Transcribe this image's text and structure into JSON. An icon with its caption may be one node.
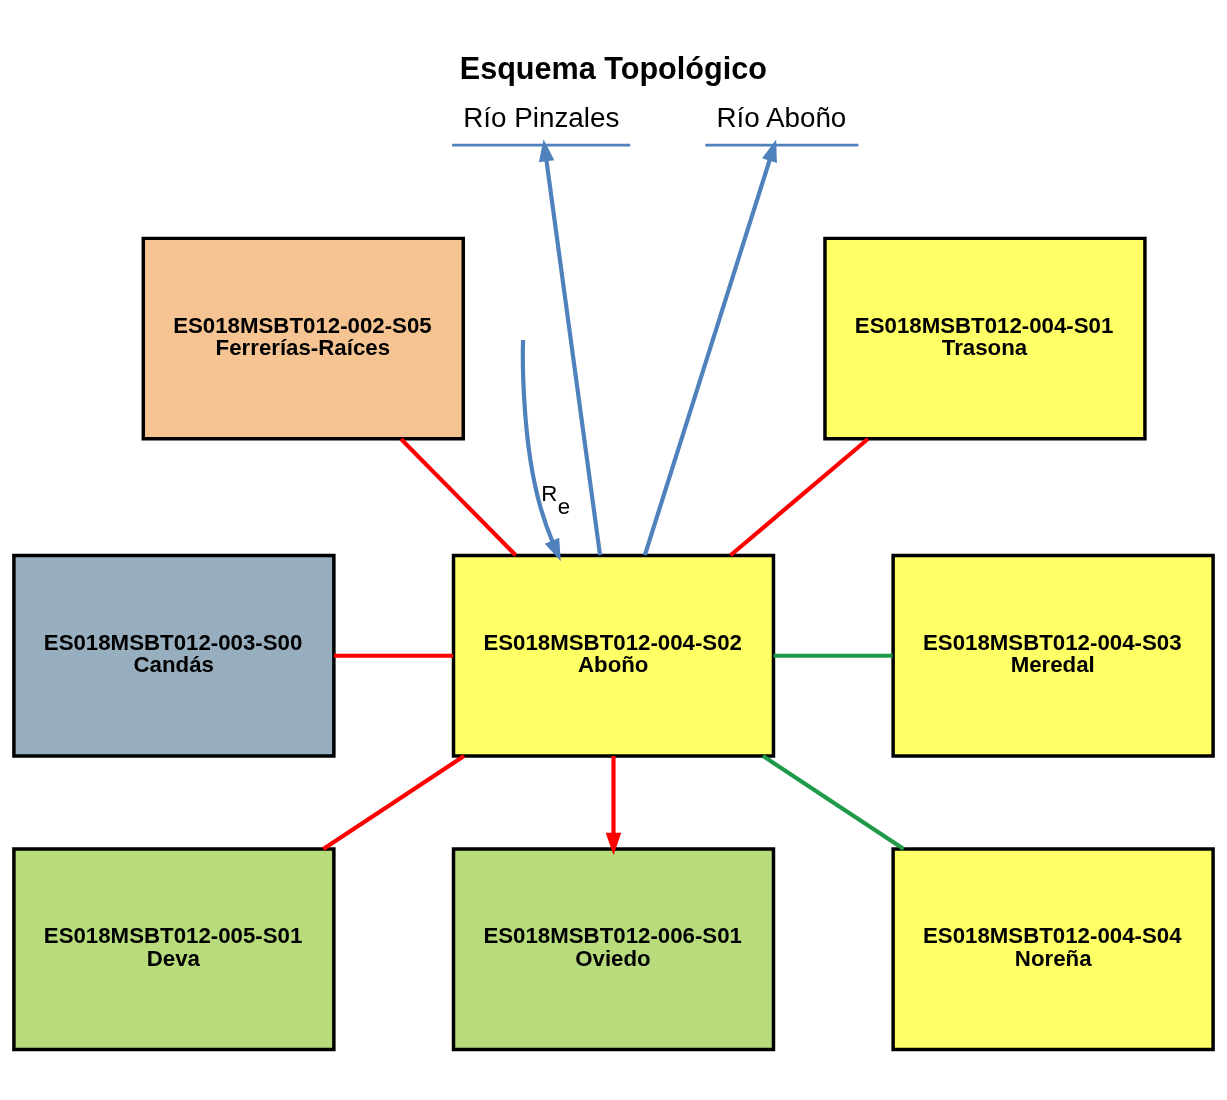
{
  "diagram": {
    "title": "Esquema Topológico",
    "nodes": [
      {
        "text": [
          "ES018MSBT012-002-S05",
          "Ferrerías-Raíces"
        ]
      },
      {
        "text": [
          "ES018MSBT012-004-S01",
          "Trasona"
        ]
      },
      {
        "text": [
          "ES018MSBT012-004-S02",
          "Aboño"
        ]
      },
      {
        "text": [
          "ES018MSBT012-003-S00",
          "Candás"
        ]
      },
      {
        "text": [
          "ES018MSBT012-004-S03",
          "Meredal"
        ]
      },
      {
        "text": [
          "ES018MSBT012-005-S01",
          "Deva"
        ]
      },
      {
        "text": [
          "ES018MSBT012-006-S01",
          "Oviedo"
        ]
      },
      {
        "text": [
          "ES018MSBT012-004-S04",
          "Noreña"
        ]
      },
      {
        "text": [
          "Río Pinzales"
        ]
      },
      {
        "text": [
          "Río Aboño"
        ]
      }
    ],
    "edges": [
      {
        "from": null,
        "to": 2,
        "arrow": "to",
        "label": "R$_{e}$",
        "color": "#4f81bd"
      },
      {
        "from": 2,
        "to": 8,
        "arrow": "to",
        "color": "#4f81bd"
      },
      {
        "from": 2,
        "to": 9,
        "arrow": "to",
        "color": "#4f81bd"
      },
      {
        "from": 0,
        "to": 2,
        "arrow": "none"
      },
      {
        "from": 2,
        "to": 1,
        "arrow": "none"
      },
      {
        "from": 3,
        "to": 2,
        "arrow": "none"
      },
      {
        "from": 2,
        "to": 4,
        "arrow": "none",
        "color": "#1e9a48"
      },
      {
        "from": 2,
        "to": 5,
        "arrow": "none"
      },
      {
        "from": 2,
        "to": 6,
        "arrow": "to"
      },
      {
        "from": 2,
        "to": 7,
        "arrow": "none",
        "color": "#1e9a48"
      }
    ]
  }
}
